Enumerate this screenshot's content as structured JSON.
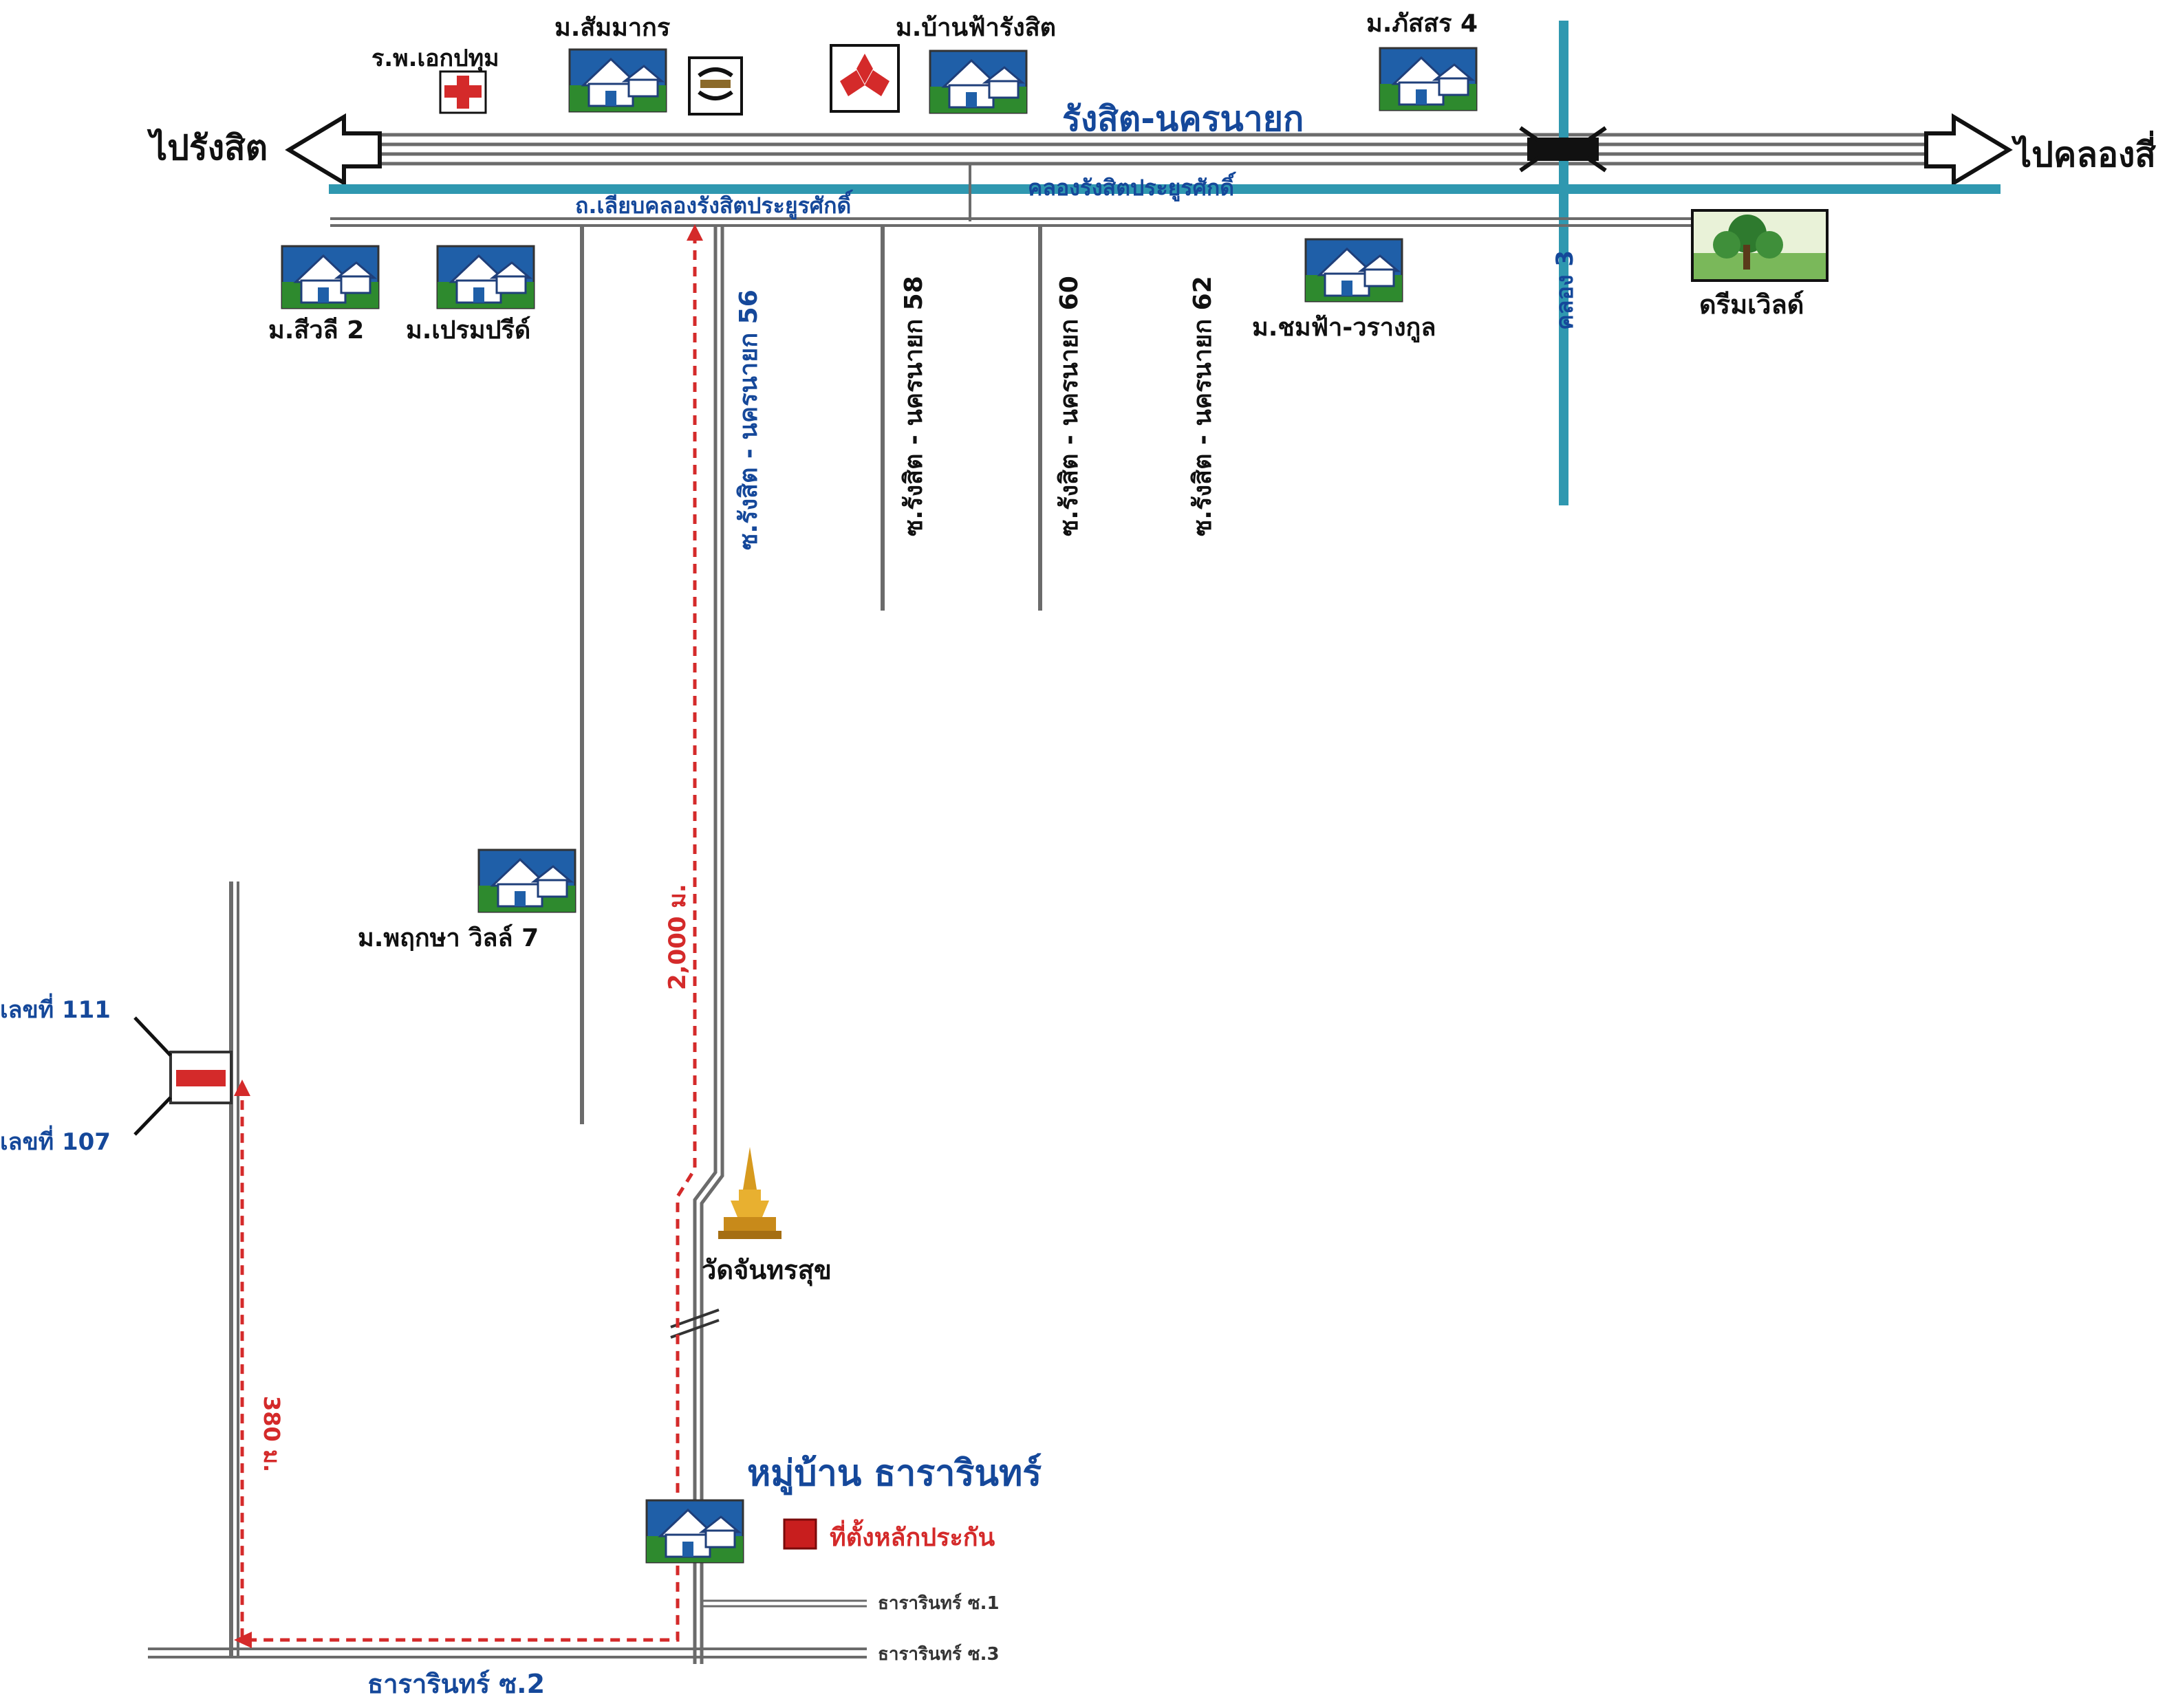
{
  "colors": {
    "road": "#6b6b6b",
    "canal": "#2f98b0",
    "label_blue": "#15489a",
    "label_black": "#111111",
    "route_red": "#d42a2a",
    "village_icon_bg": "#2e8a2e",
    "house_white": "#ffffff",
    "house_sky": "#1f5fa8"
  },
  "main_road": {
    "name": "รังสิต-นครนายก",
    "to_left": "ไปรังสิต",
    "to_right": "ไปคลองสี่"
  },
  "canal": {
    "name": "คลองรังสิตประยูรศักดิ์",
    "frontage_road": "ถ.เลียบคลองรังสิตประยูรศักดิ์",
    "cross_canal": "คลอง 3"
  },
  "sois": {
    "soi_56": "ซ.รังสิต - นครนายก 56",
    "soi_58": "ซ.รังสิต - นครนายก 58",
    "soi_60": "ซ.รังสิต - นครนายก 60",
    "soi_62": "ซ.รังสิต - นครนายก 62"
  },
  "places": {
    "hospital": "ร.พ.เอกปทุม",
    "sammakorn": "ม.สัมมากร",
    "banfa": "ม.บ้านฟ้ารังสิต",
    "phatsorn": "ม.ภัสสร 4",
    "siwalee": "ม.สีวลี 2",
    "prempree": "ม.เปรมปรีด์",
    "chomfa": "ม.ชมฟ้า-วรางกูล",
    "dreamworld": "ดรีมเวิลด์",
    "pruksa": "ม.พฤกษา วิลล์ 7",
    "temple": "วัดจันทรสุข",
    "thararin": "หมู่บ้าน ธารารินทร์"
  },
  "markers": {
    "collateral": "ที่ตั้งหลักประกัน",
    "house_111": "เลขที่ 111",
    "house_107": "เลขที่ 107"
  },
  "distances": {
    "main_leg": "2,000 ม.",
    "side_leg": "380 ม."
  },
  "local_roads": {
    "soi_1": "ธารารินทร์ ซ.1",
    "soi_3": "ธารารินทร์ ซ.3",
    "soi_2": "ธารารินทร์ ซ.2"
  }
}
